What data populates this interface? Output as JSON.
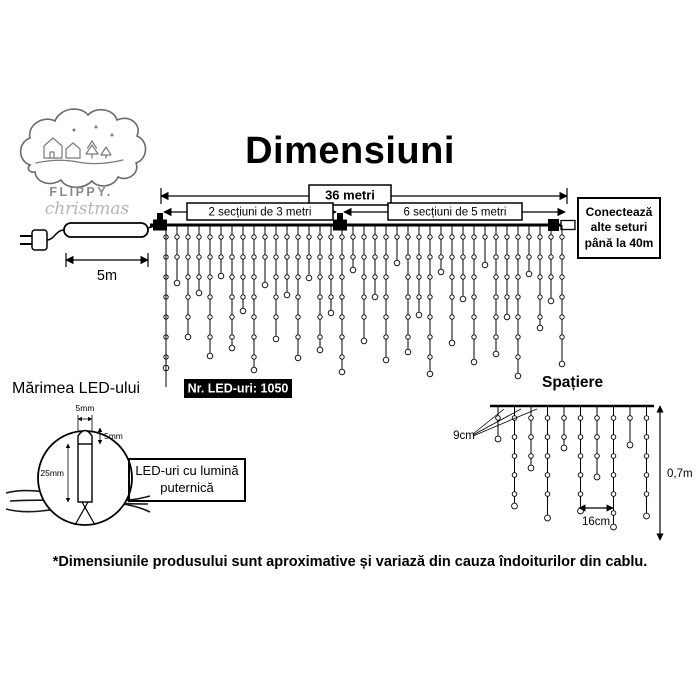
{
  "logo": {
    "brand_top": "FLIPPY.",
    "brand_bottom": "christmas"
  },
  "title": "Dimensiuni",
  "diagram": {
    "total_length": "36 metri",
    "left_section": "2 secțiuni de 3 metri",
    "right_section": "6 secțiuni de 5 metri",
    "lead_length": "5m",
    "connect_note": "Conectează alte seturi până la 40m",
    "led_count": "Nr. LED-uri: 1050"
  },
  "led_size": {
    "heading": "Mărimea LED-ului",
    "top_width": "5mm",
    "side_height": "5mm",
    "body_length": "25mm",
    "callout": "LED-uri cu lumină puternică"
  },
  "spacing": {
    "heading": "Spațiere",
    "drop_gap": "9cm",
    "bulb_gap": "16cm",
    "drop_height": "0,7m"
  },
  "footnote": "*Dimensiunile produsului sunt aproximative și variază din cauza îndoiturilor din cablu."
}
